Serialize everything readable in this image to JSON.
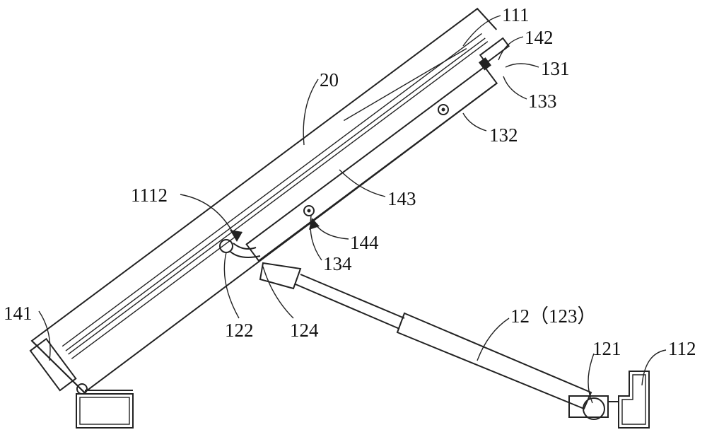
{
  "figure": {
    "labels": {
      "l111": "111",
      "l142": "142",
      "l131": "131",
      "l133": "133",
      "l132": "132",
      "l20": "20",
      "l143": "143",
      "l1112": "1112",
      "l144": "144",
      "l134": "134",
      "l122": "122",
      "l124": "124",
      "l12": "12（123）",
      "l141": "141",
      "l121": "121",
      "l112": "112"
    },
    "colors": {
      "line": "#222222",
      "background": "#ffffff"
    }
  }
}
